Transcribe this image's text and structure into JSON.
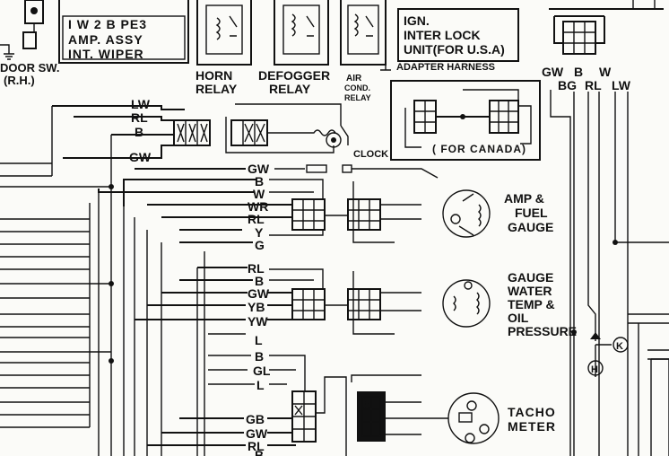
{
  "labels": {
    "door_sw": "DOOR SW.",
    "door_sw_side": "(R.H.)",
    "wiper_amp_pins": "I W 2 B PE3",
    "wiper_amp_1": "AMP. ASSY",
    "wiper_amp_2": "INT. WIPER",
    "horn_1": "HORN",
    "horn_2": "RELAY",
    "defogger_1": "DEFOGGER",
    "defogger_2": "RELAY",
    "aircon_1": "AIR",
    "aircon_2": "COND.",
    "aircon_3": "RELAY",
    "interlock_1": "IGN.",
    "interlock_2": "INTER LOCK",
    "interlock_3": "UNIT(FOR U.S.A)",
    "adapter_harness": "ADAPTER HARNESS",
    "for_canada": "( FOR CANADA)",
    "clock": "CLOCK",
    "amp_fuel_1": "AMP &",
    "amp_fuel_2": "FUEL",
    "amp_fuel_3": "GAUGE",
    "gauge_1": "GAUGE",
    "gauge_2": "WATER",
    "gauge_3": "TEMP &",
    "gauge_4": "OIL",
    "gauge_5": "PRESSURE",
    "tacho_1": "TACHO",
    "tacho_2": "METER",
    "mark_k": "K",
    "mark_h": "H"
  },
  "wire_colors": {
    "top_right_row1": [
      "GW",
      "B",
      "W"
    ],
    "top_right_row2": [
      "BG",
      "RL",
      "LW"
    ],
    "left_group": [
      "LW",
      "RL",
      "B",
      "GW"
    ],
    "fuel_group": [
      "GW",
      "B",
      "W",
      "WR",
      "RL",
      "Y",
      "G"
    ],
    "temp_group": [
      "RL",
      "B",
      "GW",
      "YB",
      "YW",
      "L"
    ],
    "tacho_group": [
      "B",
      "GL",
      "L",
      "GB",
      "GW",
      "RL",
      "B"
    ]
  }
}
